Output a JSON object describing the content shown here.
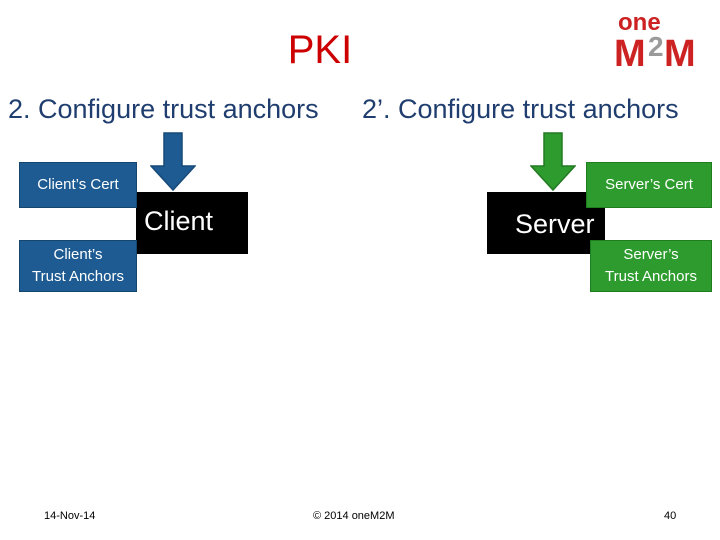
{
  "slide": {
    "title": "PKI",
    "heading_left": "2. Configure trust anchors",
    "heading_right": "2’. Configure trust anchors"
  },
  "logo": {
    "text": "oneM2M"
  },
  "client": {
    "label": "Client",
    "cert": "Client’s Cert",
    "trust_anchors_line1": "Client’s",
    "trust_anchors_line2": "Trust Anchors",
    "color": "#1e5b92"
  },
  "server": {
    "label": "Server",
    "cert": "Server’s Cert",
    "trust_anchors_line1": "Server’s",
    "trust_anchors_line2": "Trust Anchors",
    "color": "#2e9b2e"
  },
  "footer": {
    "date": "14-Nov-14",
    "copyright": "© 2014 oneM2M",
    "page": "40"
  }
}
